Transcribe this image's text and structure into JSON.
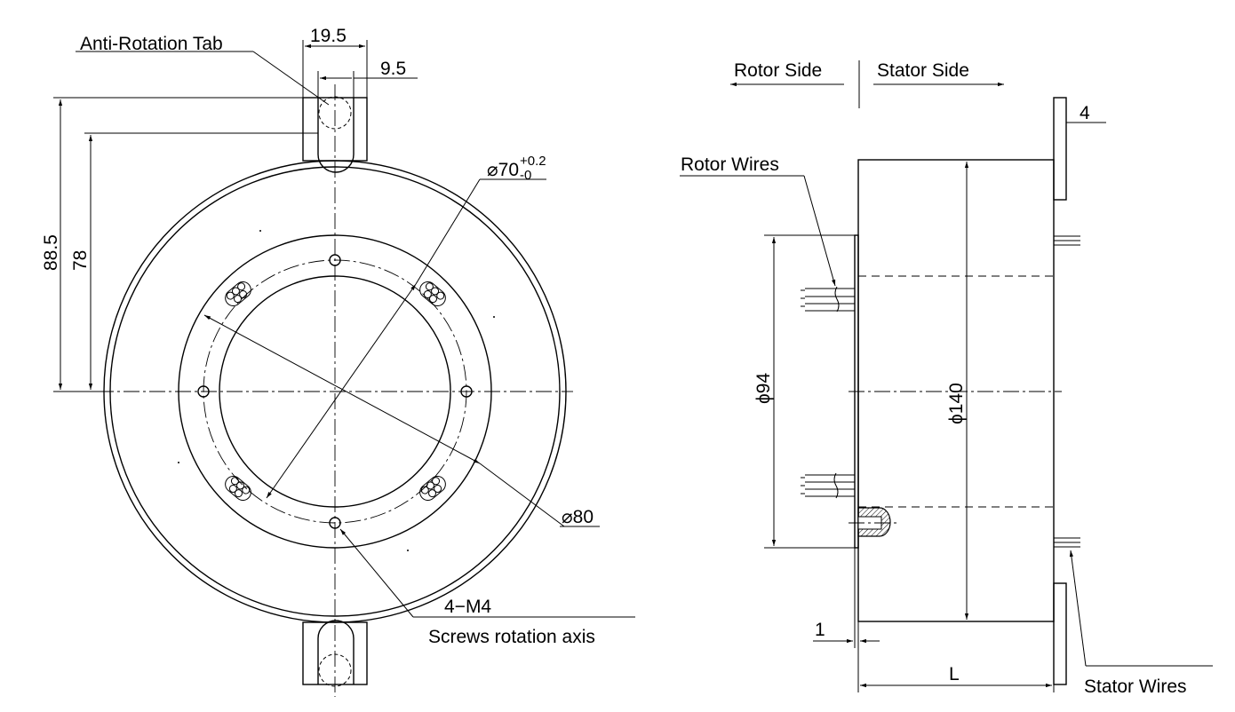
{
  "front_view": {
    "anti_rotation_tab": "Anti-Rotation Tab",
    "dim_tab_width": "19.5",
    "dim_slot_width": "9.5",
    "dim_height_outer": "88.5",
    "dim_height_inner": "78",
    "dim_bore": "⌀70",
    "dim_bore_tol_upper": "+0.2",
    "dim_bore_tol_lower": "-0",
    "dim_bolt_circle": "⌀80",
    "screw_spec": "4−M4",
    "screw_note": "Screws rotation axis"
  },
  "side_view": {
    "rotor_side": "Rotor Side",
    "stator_side": "Stator Side",
    "dim_flange": "4",
    "rotor_wires": "Rotor Wires",
    "dim_rotor_dia": "ϕ94",
    "dim_body_dia": "ϕ140",
    "dim_gap": "1",
    "dim_length": "L",
    "stator_wires": "Stator Wires"
  }
}
